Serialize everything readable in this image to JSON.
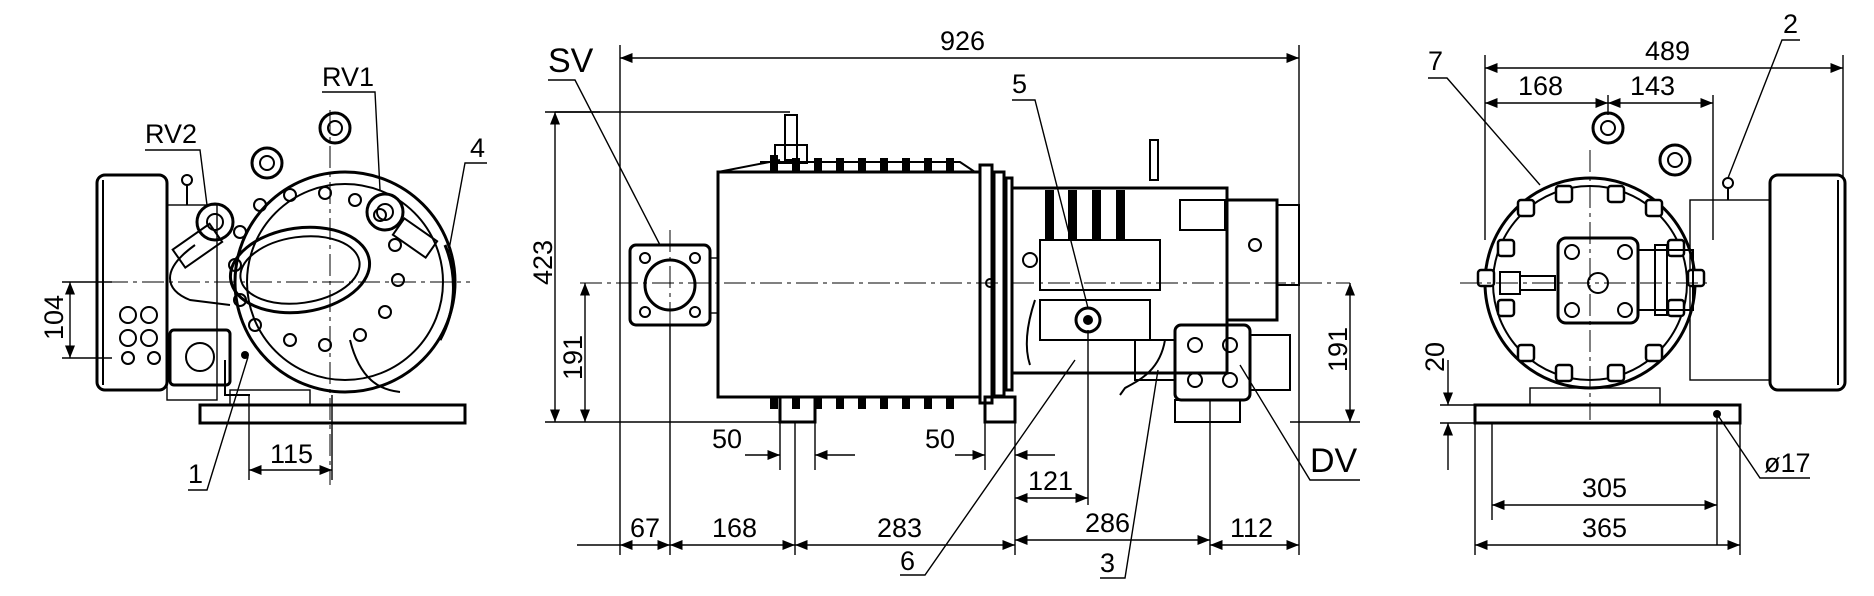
{
  "left_view": {
    "labels": {
      "rv1": "RV1",
      "rv2": "RV2",
      "item4": "4",
      "item1": "1"
    },
    "dims": {
      "d104": "104",
      "d115": "115"
    }
  },
  "front_view": {
    "labels": {
      "sv": "SV",
      "dv": "DV",
      "item5": "5",
      "item6": "6",
      "item3": "3"
    },
    "dims": {
      "overall": "926",
      "height": "423",
      "centerline_left": "191",
      "centerline_right": "191",
      "foot_left": "50",
      "foot_right": "50",
      "d121": "121",
      "d286": "286",
      "d67": "67",
      "d168": "168",
      "d283": "283",
      "d112": "112"
    }
  },
  "right_view": {
    "labels": {
      "item7": "7",
      "item2": "2"
    },
    "dims": {
      "d489": "489",
      "d168": "168",
      "d143": "143",
      "d20": "20",
      "d305": "305",
      "d365": "365",
      "bolt": "ø17"
    }
  }
}
